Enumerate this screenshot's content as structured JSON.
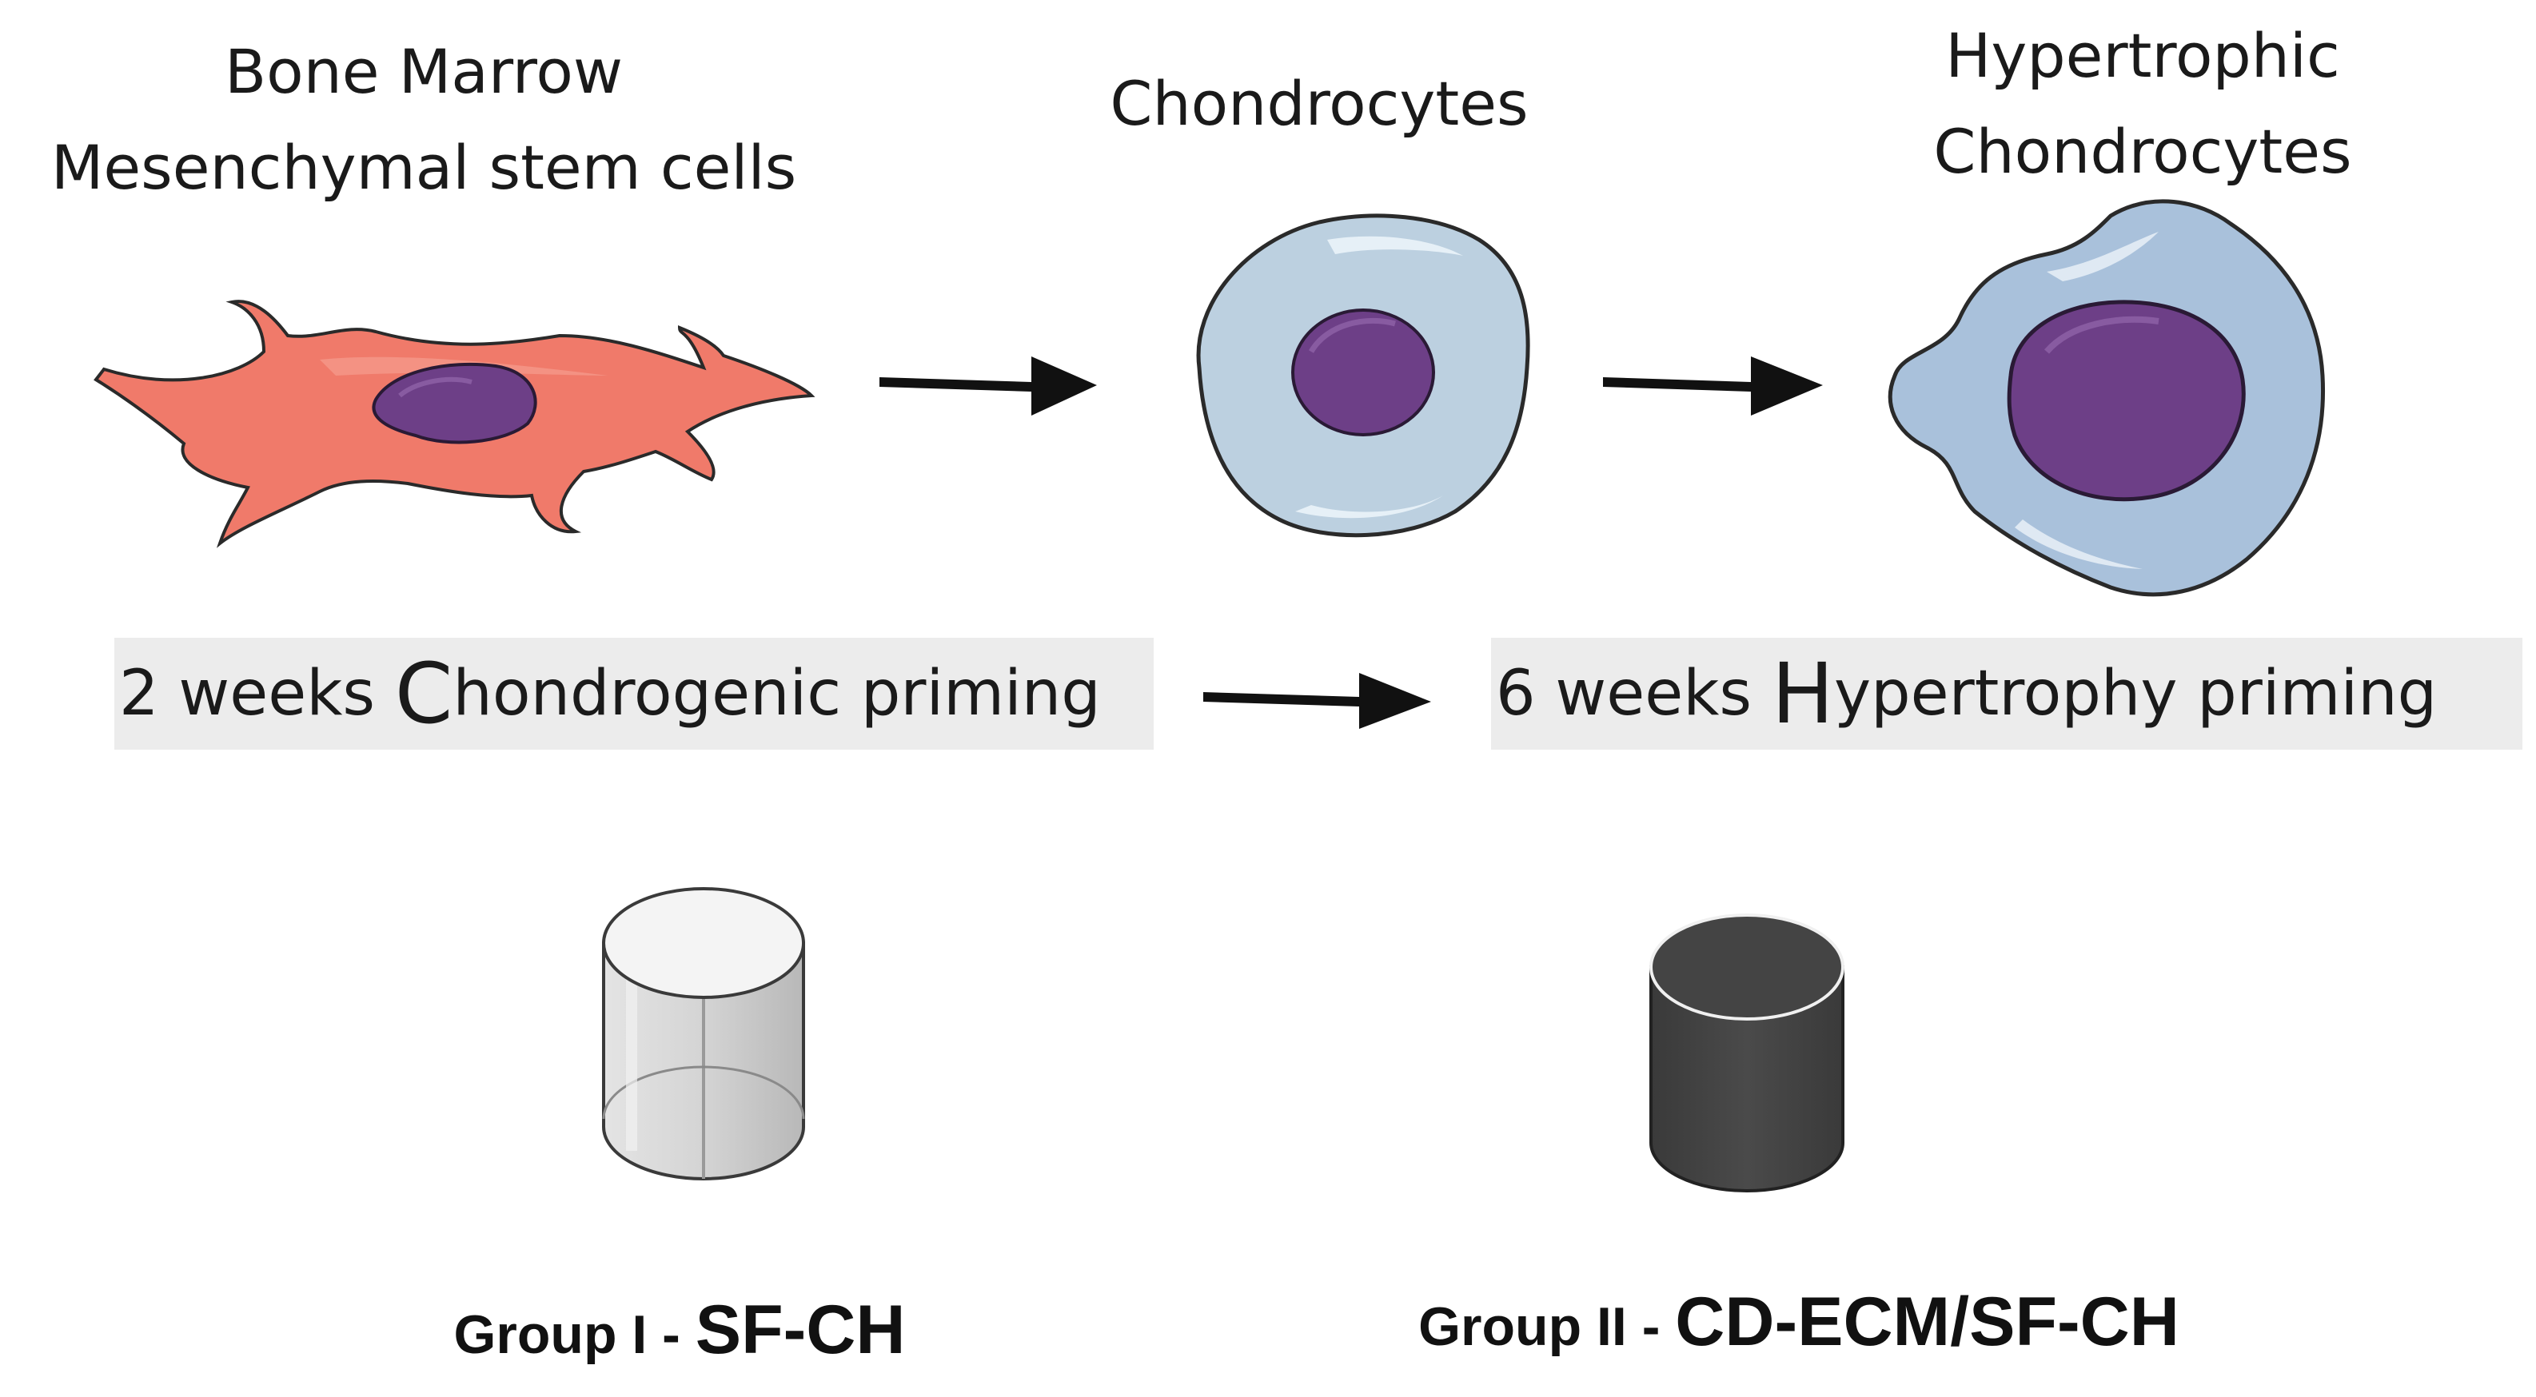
{
  "stages": [
    {
      "title_lines": [
        "Bone Marrow",
        "Mesenchymal stem cells"
      ]
    },
    {
      "title_lines": [
        "Chondrocytes"
      ]
    },
    {
      "title_lines": [
        "Hypertrophic",
        "Chondrocytes"
      ]
    }
  ],
  "priming": [
    {
      "pre": "2 weeks ",
      "initial": "C",
      "rest": "hondrogenic priming"
    },
    {
      "pre": "6 weeks ",
      "initial": "H",
      "rest": "ypertrophy priming"
    }
  ],
  "groups": [
    {
      "prefix": "Group I - ",
      "name": "SF-CH"
    },
    {
      "prefix": "Group II - ",
      "name": "CD-ECM/SF-CH"
    }
  ],
  "colors": {
    "msc_cell": "#f07a6a",
    "chondrocyte": "#bcd0e0",
    "hypertrophic": "#a9c1db",
    "nucleus": "#6d3f87",
    "band": "#ececec",
    "scaffold_light": "#d9d9d9",
    "scaffold_dark": "#444444"
  }
}
